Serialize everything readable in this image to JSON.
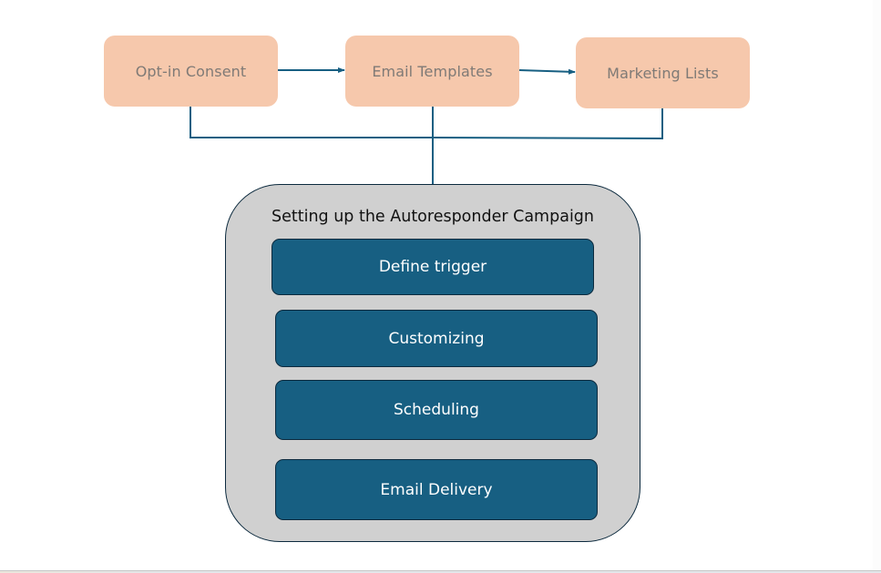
{
  "diagram": {
    "colors": {
      "source_box_fill": "#f6c8ac",
      "source_box_text": "#7f7a76",
      "connector": "#175f82",
      "container_fill": "#d0d0d0",
      "step_fill": "#175f82",
      "step_text": "#ffffff"
    },
    "sources": [
      {
        "id": "opt-in-consent",
        "label": "Opt-in Consent"
      },
      {
        "id": "email-templates",
        "label": "Email Templates"
      },
      {
        "id": "marketing-lists",
        "label": "Marketing Lists"
      }
    ],
    "flow": [
      {
        "from": "opt-in-consent",
        "to": "email-templates"
      },
      {
        "from": "email-templates",
        "to": "marketing-lists"
      }
    ],
    "merge_target": "autoresponder-campaign",
    "container": {
      "id": "autoresponder-campaign",
      "title": "Setting up the Autoresponder Campaign",
      "steps": [
        {
          "label": "Define trigger"
        },
        {
          "label": "Customizing"
        },
        {
          "label": "Scheduling"
        },
        {
          "label": "Email Delivery"
        }
      ]
    }
  }
}
